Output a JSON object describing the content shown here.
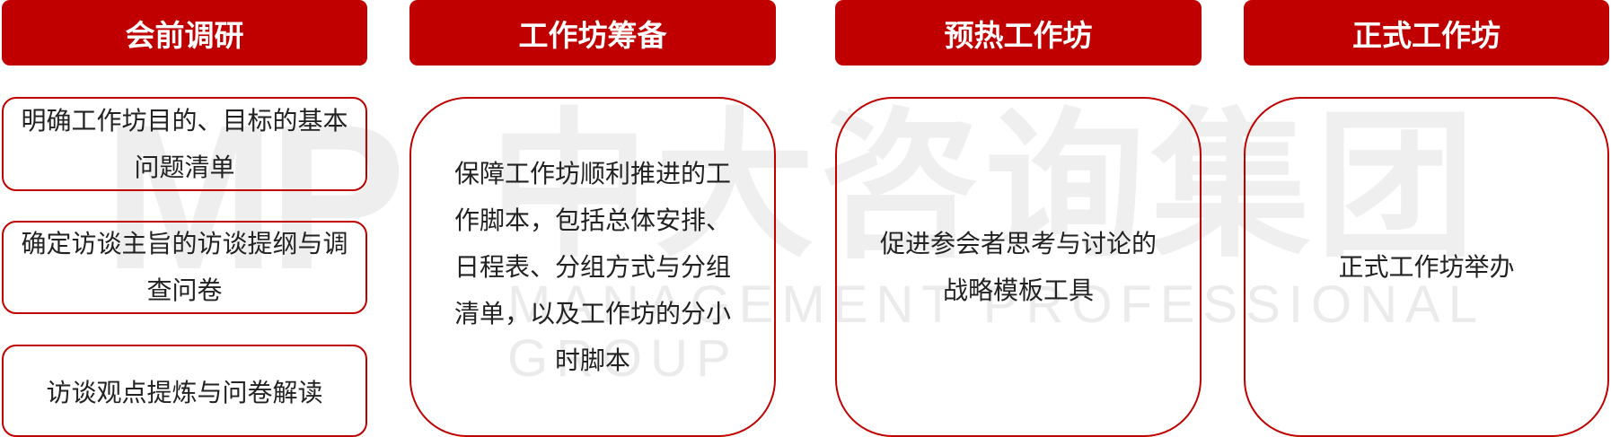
{
  "watermark": {
    "logo": "MP",
    "company_cn": "中大咨询集团",
    "company_en": "MANAGEMENT PROFESSIONAL GROUP"
  },
  "columns": [
    {
      "header": "会前调研",
      "items": [
        "明确工作坊目的、目标的基本问题清单",
        "确定访谈主旨的访谈提纲与调查问卷",
        "访谈观点提炼与问卷解读"
      ]
    },
    {
      "header": "工作坊筹备",
      "items": [
        "保障工作坊顺利推进的工作脚本，包括总体安排、日程表、分组方式与分组清单，以及工作坊的分小时脚本"
      ]
    },
    {
      "header": "预热工作坊",
      "items": [
        "促进参会者思考与讨论的战略模板工具"
      ]
    },
    {
      "header": "正式工作坊",
      "items": [
        "正式工作坊举办"
      ]
    }
  ],
  "colors": {
    "accent": "#c00000",
    "text": "#222222",
    "header_text": "#ffffff"
  }
}
